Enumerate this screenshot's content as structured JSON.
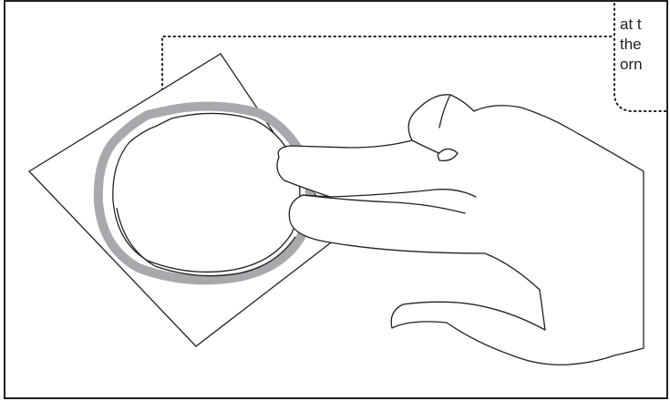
{
  "callout": {
    "lines": [
      "at t",
      "the",
      "orn"
    ]
  },
  "colors": {
    "line": "#231f20",
    "highlight": "#a7a9ac",
    "background": "#ffffff"
  },
  "icons": {
    "hand": "hand-illustration",
    "sheet": "paper-sheet",
    "circle": "cut-circle"
  }
}
